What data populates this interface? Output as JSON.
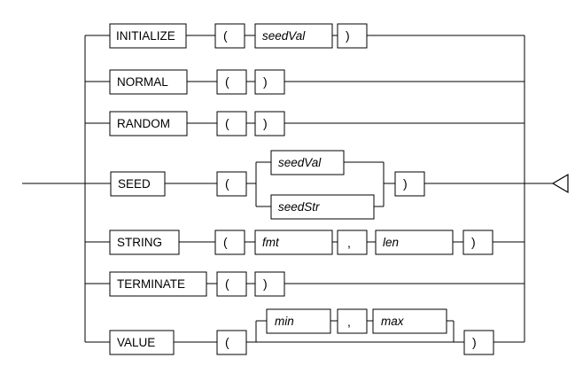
{
  "diagram": {
    "title": "RANDOM function railroad syntax diagram",
    "type": "railroad-syntax-diagram",
    "colors": {
      "line": "#000000",
      "box_fill": "#ffffff",
      "background": "#ffffff",
      "text": "#000000"
    },
    "entry_label": "",
    "exit_label": "",
    "alternatives": [
      {
        "id": "initialize",
        "keyword": "INITIALIZE",
        "sequence": [
          "(",
          "seedVal",
          ")"
        ],
        "optional_group": false
      },
      {
        "id": "normal",
        "keyword": "NORMAL",
        "sequence": [
          "(",
          ")"
        ],
        "optional_group": false
      },
      {
        "id": "random",
        "keyword": "RANDOM",
        "sequence": [
          "(",
          ")"
        ],
        "optional_group": false
      },
      {
        "id": "seed",
        "keyword": "SEED",
        "sequence": [
          "(",
          "seedVal|seedStr",
          ")"
        ],
        "choice": [
          "seedVal",
          "seedStr"
        ],
        "optional_group": false
      },
      {
        "id": "string",
        "keyword": "STRING",
        "sequence": [
          "(",
          "fmt",
          ",",
          "len",
          ")"
        ],
        "optional_group": false
      },
      {
        "id": "terminate",
        "keyword": "TERMINATE",
        "sequence": [
          "(",
          ")"
        ],
        "optional_group": false
      },
      {
        "id": "value",
        "keyword": "VALUE",
        "sequence": [
          "(",
          "min",
          ",",
          "max",
          ")"
        ],
        "optional_group": true
      }
    ],
    "labels": {
      "initialize": "INITIALIZE",
      "normal": "NORMAL",
      "random": "RANDOM",
      "seed": "SEED",
      "string": "STRING",
      "terminate": "TERMINATE",
      "value": "VALUE",
      "lparen": "(",
      "rparen": ")",
      "comma": ",",
      "seedVal": "seedVal",
      "seedStr": "seedStr",
      "fmt": "fmt",
      "len": "len",
      "min": "min",
      "max": "max"
    }
  }
}
